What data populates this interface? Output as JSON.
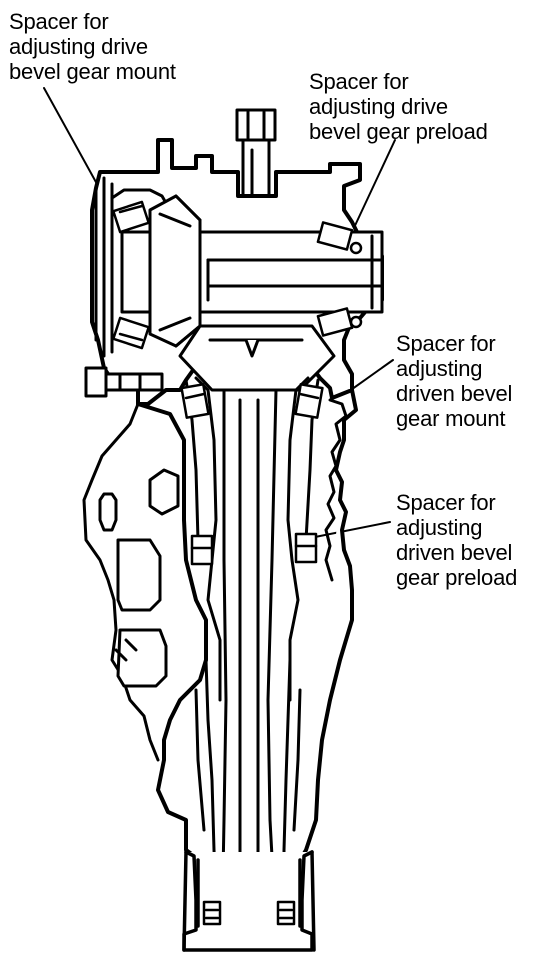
{
  "labels": {
    "drive_mount": {
      "line1": "Spacer for",
      "line2": "adjusting drive",
      "line3": "bevel gear mount"
    },
    "drive_preload": {
      "line1": "Spacer for",
      "line2": "adjusting drive",
      "line3": "bevel gear preload"
    },
    "driven_mount": {
      "line1": "Spacer for",
      "line2": "adjusting",
      "line3": "driven bevel",
      "line4": "gear mount"
    },
    "driven_preload": {
      "line1": "Spacer for",
      "line2": "adjusting",
      "line3": "driven bevel",
      "line4": "gear preload"
    }
  },
  "colors": {
    "ink": "#000000",
    "paper": "#ffffff"
  }
}
